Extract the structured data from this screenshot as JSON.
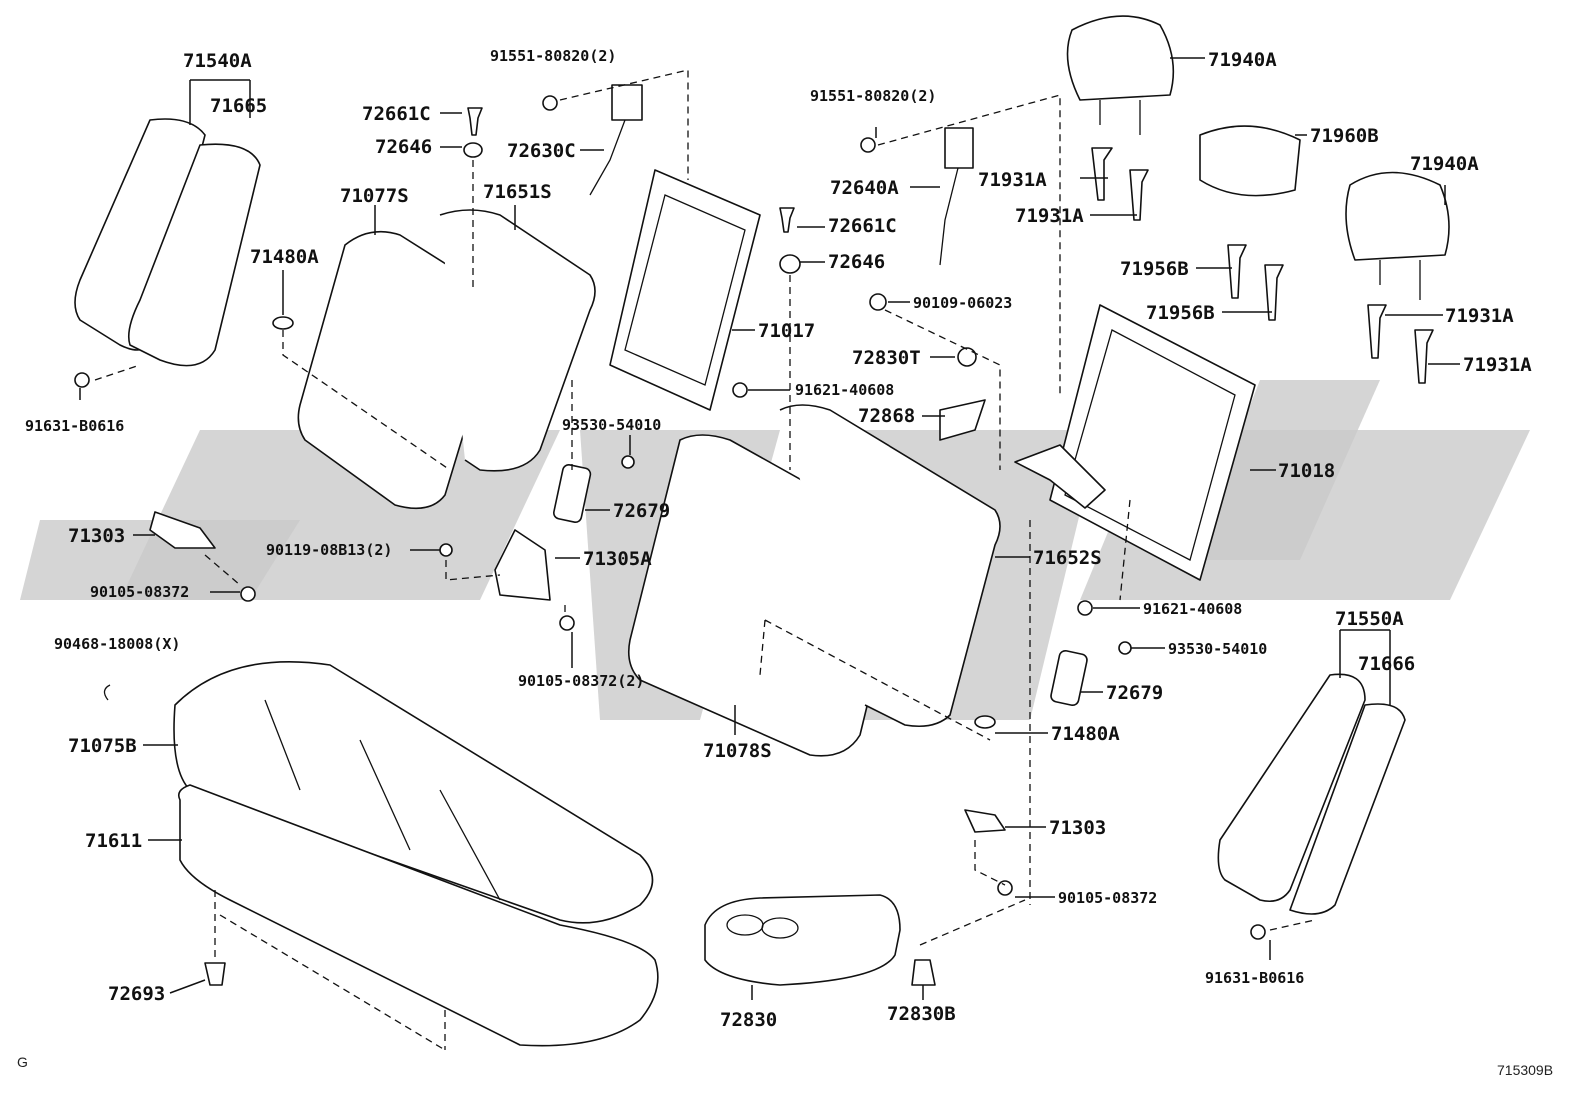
{
  "watermark_text": "",
  "corner_left": "G",
  "corner_right": "715309B",
  "labels": {
    "l71540A": "71540A",
    "l71665": "71665",
    "l91631_a": "91631-B0616",
    "l72661C_a": "72661C",
    "l72646_a": "72646",
    "l91551_a": "91551-80820(2)",
    "l72630C": "72630C",
    "l71077S": "71077S",
    "l71651S": "71651S",
    "l71480A_a": "71480A",
    "l71017": "71017",
    "l91621_a": "91621-40608",
    "l93530_a": "93530-54010",
    "l72679_a": "72679",
    "l71303_a": "71303",
    "l90119": "90119-08B13(2)",
    "l71305A": "71305A",
    "l90105_a": "90105-08372",
    "l90105_2": "90105-08372(2)",
    "l90468": "90468-18008(X)",
    "l71075B": "71075B",
    "l71611": "71611",
    "l72693": "72693",
    "l72830": "72830",
    "l72830B": "72830B",
    "l71078S": "71078S",
    "l91551_b": "91551-80820(2)",
    "l72640A": "72640A",
    "l72661C_b": "72661C",
    "l72646_b": "72646",
    "l90109": "90109-06023",
    "l72830T": "72830T",
    "l72868": "72868",
    "l71940A_a": "71940A",
    "l71960B": "71960B",
    "l71940A_b": "71940A",
    "l71931A_a": "71931A",
    "l71931A_b": "71931A",
    "l71956B_a": "71956B",
    "l71956B_b": "71956B",
    "l71931A_c": "71931A",
    "l71931A_d": "71931A",
    "l71018": "71018",
    "l71652S": "71652S",
    "l91621_b": "91621-40608",
    "l93530_b": "93530-54010",
    "l72679_b": "72679",
    "l71480A_b": "71480A",
    "l71303_b": "71303",
    "l90105_b": "90105-08372",
    "l71550A": "71550A",
    "l71666": "71666",
    "l91631_b": "91631-B0616"
  }
}
